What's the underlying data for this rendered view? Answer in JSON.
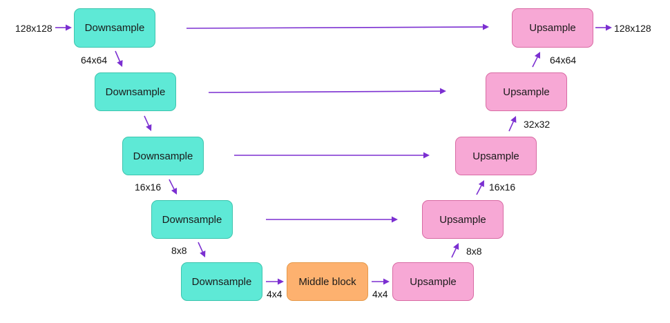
{
  "colors": {
    "downsample": "#5ee9d6",
    "upsample": "#f7a8d5",
    "middle": "#fdb16f",
    "arrow": "#7b2fd1"
  },
  "blocks": {
    "down1": "Downsample",
    "down2": "Downsample",
    "down3": "Downsample",
    "down4": "Downsample",
    "down5": "Downsample",
    "middle": "Middle block",
    "up1": "Upsample",
    "up2": "Upsample",
    "up3": "Upsample",
    "up4": "Upsample",
    "up5": "Upsample"
  },
  "labels": {
    "input": "128x128",
    "output": "128x128",
    "d1": "64x64",
    "d3": "16x16",
    "d4": "8x8",
    "mid_in": "4x4",
    "mid_out": "4x4",
    "u4": "8x8",
    "u3": "16x16",
    "u2": "32x32",
    "u1": "64x64"
  }
}
